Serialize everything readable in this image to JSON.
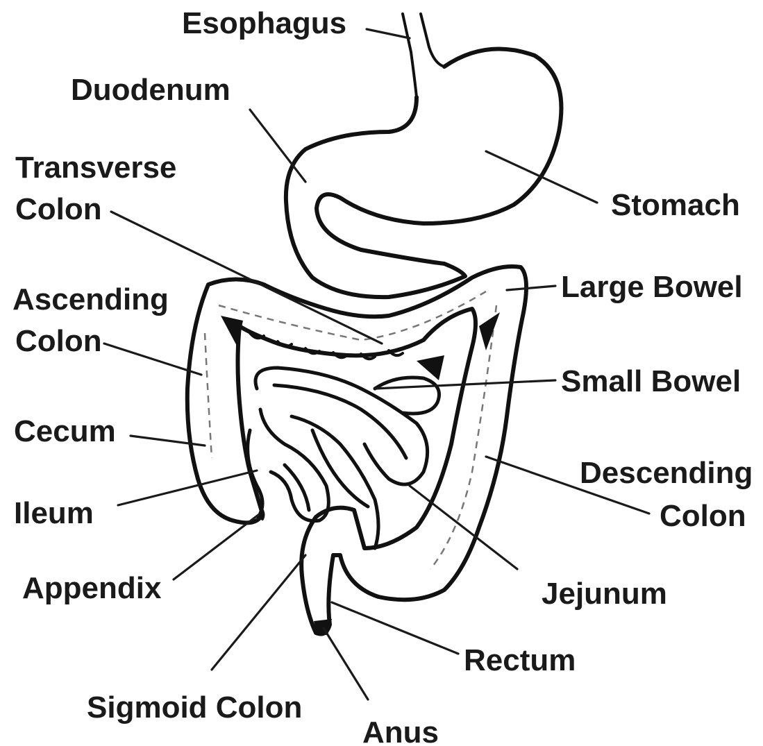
{
  "labels": {
    "esophagus": "Esophagus",
    "duodenum": "Duodenum",
    "transverse_colon_1": "Transverse",
    "transverse_colon_2": "Colon",
    "stomach": "Stomach",
    "ascending_colon_1": "Ascending",
    "ascending_colon_2": "Colon",
    "large_bowel": "Large Bowel",
    "small_bowel": "Small Bowel",
    "cecum": "Cecum",
    "descending_colon_1": "Descending",
    "descending_colon_2": "Colon",
    "ileum": "Ileum",
    "appendix": "Appendix",
    "jejunum": "Jejunum",
    "rectum": "Rectum",
    "sigmoid_colon": "Sigmoid Colon",
    "anus": "Anus"
  },
  "colors": {
    "ink": "#111111",
    "background": "#ffffff"
  }
}
